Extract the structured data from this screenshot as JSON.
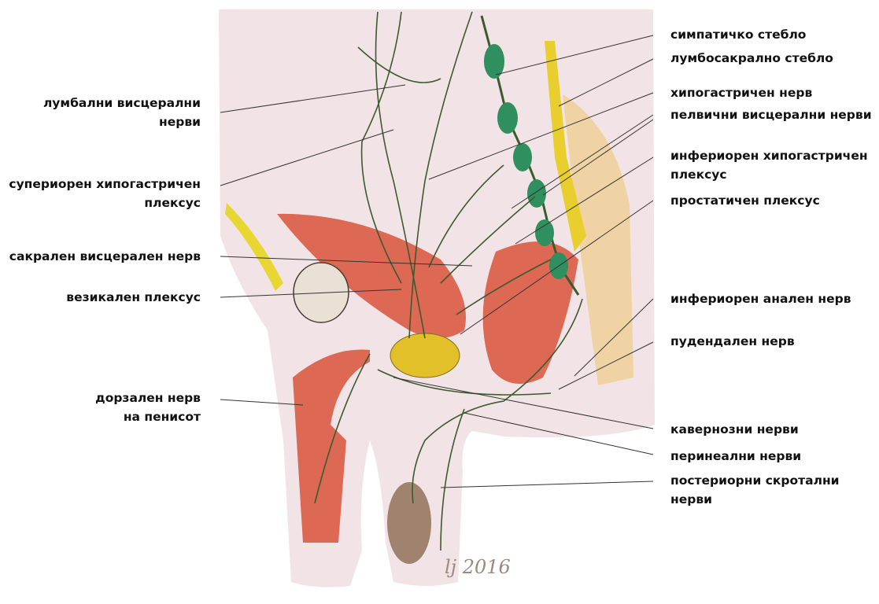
{
  "labels_left": [
    {
      "id": "lumbar-visceral-nerves",
      "lines": [
        "лумбални висцерални",
        "нерви"
      ]
    },
    {
      "id": "superior-hypogastric-plexus",
      "lines": [
        "супериорен хипогастричен",
        "плексус"
      ]
    },
    {
      "id": "sacral-visceral-nerve",
      "lines": [
        "сакрален висцерален нерв"
      ]
    },
    {
      "id": "vesical-plexus",
      "lines": [
        "везикален плексус"
      ]
    },
    {
      "id": "dorsal-nerve-penis",
      "lines": [
        "дорзален нерв",
        "на пенисот"
      ]
    }
  ],
  "labels_right": [
    {
      "id": "sympathetic-trunk",
      "lines": [
        "симпатичко стебло"
      ]
    },
    {
      "id": "lumbosacral-trunk",
      "lines": [
        "лумбосакрално стебло"
      ]
    },
    {
      "id": "hypogastric-nerve",
      "lines": [
        "хипогастричен нерв"
      ]
    },
    {
      "id": "pelvic-visceral-nerves",
      "lines": [
        "пелвични висцерални нерви"
      ]
    },
    {
      "id": "inferior-hypogastric-plexus",
      "lines": [
        "инфериорен хипогастричен",
        "плексус"
      ]
    },
    {
      "id": "prostatic-plexus",
      "lines": [
        "простатичен плексус"
      ]
    },
    {
      "id": "inferior-anal-nerve",
      "lines": [
        "инфериорен анален нерв"
      ]
    },
    {
      "id": "pudendal-nerve",
      "lines": [
        "пудендален нерв"
      ]
    },
    {
      "id": "cavernous-nerves",
      "lines": [
        "кавернозни нерви"
      ]
    },
    {
      "id": "perineal-nerves",
      "lines": [
        "перинеални нерви"
      ]
    },
    {
      "id": "posterior-scrotal-nerves",
      "lines": [
        "постериорни скротални",
        "нерви"
      ]
    }
  ],
  "signature": "lj 2016",
  "colors": {
    "background": "#f4e6e6",
    "nerve": "#3c5a2e",
    "ganglion": "#2f8f5f",
    "muscle": "#d9543a",
    "yellow": "#e8cf2e",
    "leader": "#333333"
  }
}
